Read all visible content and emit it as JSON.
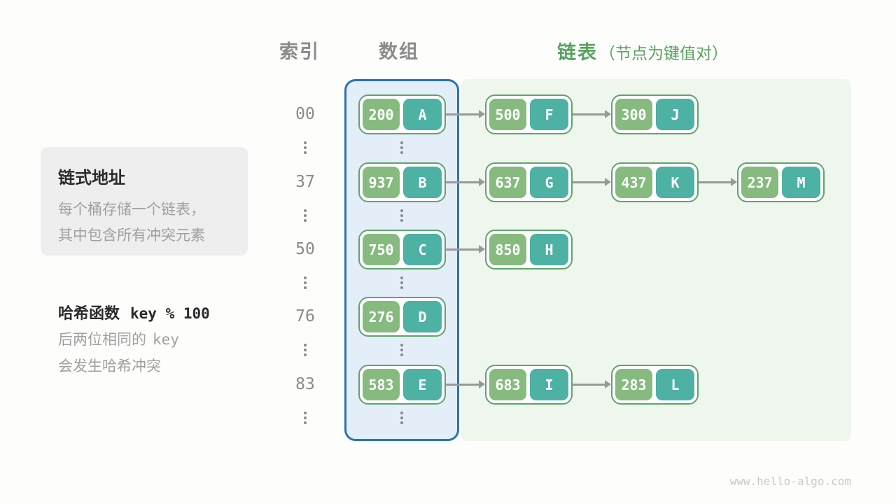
{
  "page": {
    "footer": "www.hello-algo.com"
  },
  "headers": {
    "index": "索引",
    "array": "数组",
    "list": "链表",
    "list_note": "（节点为键值对）"
  },
  "info_box": {
    "title": "链式地址",
    "line1": "每个桶存储一个链表，",
    "line2": "其中包含所有冲突元素"
  },
  "hash_note": {
    "title_cn": "哈希函数",
    "title_code": "key % 100",
    "line2_cn": "后两位相同的",
    "line2_code": "key",
    "line3": "会发生哈希冲突"
  },
  "colors": {
    "array_fill": "#e4eef8",
    "array_border": "#2b73b6",
    "list_fill": "#eef6ee",
    "node_border": "#5fa46d",
    "key_fill": "#86ba7f",
    "value_fill": "#4db1a4",
    "accent_green": "#57a35e",
    "text_gray": "#8b8b8b",
    "arrow_gray": "#999999"
  },
  "rows": [
    {
      "index": "00",
      "bucket": {
        "key": "200",
        "value": "A"
      },
      "chain": [
        {
          "key": "500",
          "value": "F"
        },
        {
          "key": "300",
          "value": "J"
        }
      ]
    },
    {
      "index": "37",
      "bucket": {
        "key": "937",
        "value": "B"
      },
      "chain": [
        {
          "key": "637",
          "value": "G"
        },
        {
          "key": "437",
          "value": "K"
        },
        {
          "key": "237",
          "value": "M"
        }
      ]
    },
    {
      "index": "50",
      "bucket": {
        "key": "750",
        "value": "C"
      },
      "chain": [
        {
          "key": "850",
          "value": "H"
        }
      ]
    },
    {
      "index": "76",
      "bucket": {
        "key": "276",
        "value": "D"
      },
      "chain": []
    },
    {
      "index": "83",
      "bucket": {
        "key": "583",
        "value": "E"
      },
      "chain": [
        {
          "key": "683",
          "value": "I"
        },
        {
          "key": "283",
          "value": "L"
        }
      ]
    }
  ]
}
